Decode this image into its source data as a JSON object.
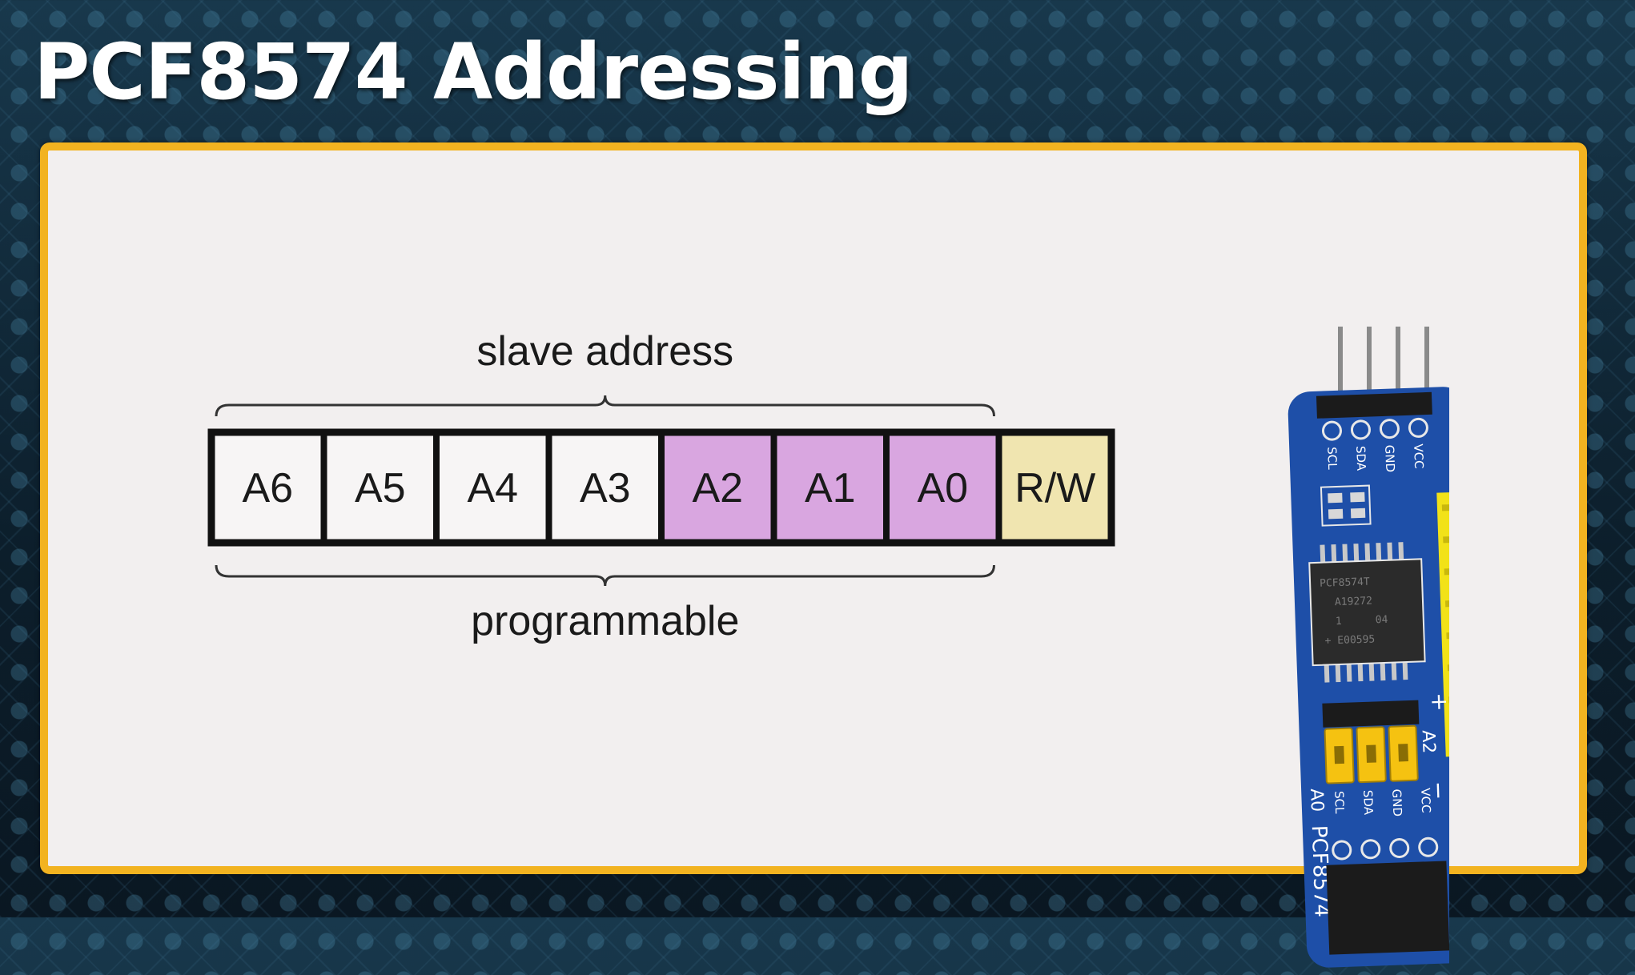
{
  "slide": {
    "title": "PCF8574 Addressing"
  },
  "diagram": {
    "top_label": "slave address",
    "bottom_label": "programmable",
    "bits": [
      {
        "label": "A6",
        "role": "fixed"
      },
      {
        "label": "A5",
        "role": "fixed"
      },
      {
        "label": "A4",
        "role": "fixed"
      },
      {
        "label": "A3",
        "role": "fixed"
      },
      {
        "label": "A2",
        "role": "programmable"
      },
      {
        "label": "A1",
        "role": "programmable"
      },
      {
        "label": "A0",
        "role": "programmable"
      },
      {
        "label": "R/W",
        "role": "rw"
      }
    ],
    "colors": {
      "fixed": "#f7f5f5",
      "programmable": "#d9a6e0",
      "rw": "#f0e5b0",
      "frame": "#111111",
      "panel_border": "#f2b320"
    }
  },
  "board": {
    "top_pins": [
      "SCL",
      "SDA",
      "GND",
      "VCC"
    ],
    "bottom_pins": [
      "SCL",
      "SDA",
      "GND",
      "VCC"
    ],
    "chip_text": [
      "PCF8574T",
      "A19272",
      "1",
      "04",
      "+ E00595"
    ],
    "jumper_labels": [
      "A2",
      "A0"
    ],
    "plus_label": "+",
    "minus_label": "−",
    "model_label": "PCF8574",
    "colors": {
      "pcb": "#1e4fa8",
      "header": "#f2e218",
      "jumper": "#f5c211",
      "chip": "#2b2b2b"
    }
  }
}
